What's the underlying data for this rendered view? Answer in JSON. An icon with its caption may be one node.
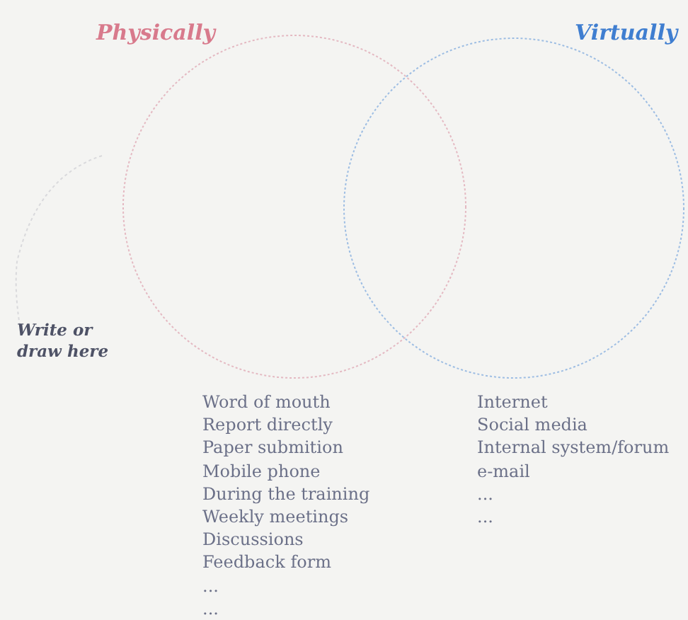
{
  "diagram": {
    "nodes": [
      {
        "text": [
          "Physically"
        ]
      },
      {
        "text": [
          "Virtually"
        ]
      }
    ],
    "edges": [],
    "labels": [
      "Write or draw here",
      "Word of mouth",
      "Report directly",
      "Paper submition",
      "Mobile phone",
      "During the training",
      "Weekly meetings",
      "Discussions",
      "Feedback form",
      "...",
      "...",
      "Internet",
      "Social media",
      "Internal system/forum",
      "e-mail",
      "...",
      "..."
    ]
  }
}
